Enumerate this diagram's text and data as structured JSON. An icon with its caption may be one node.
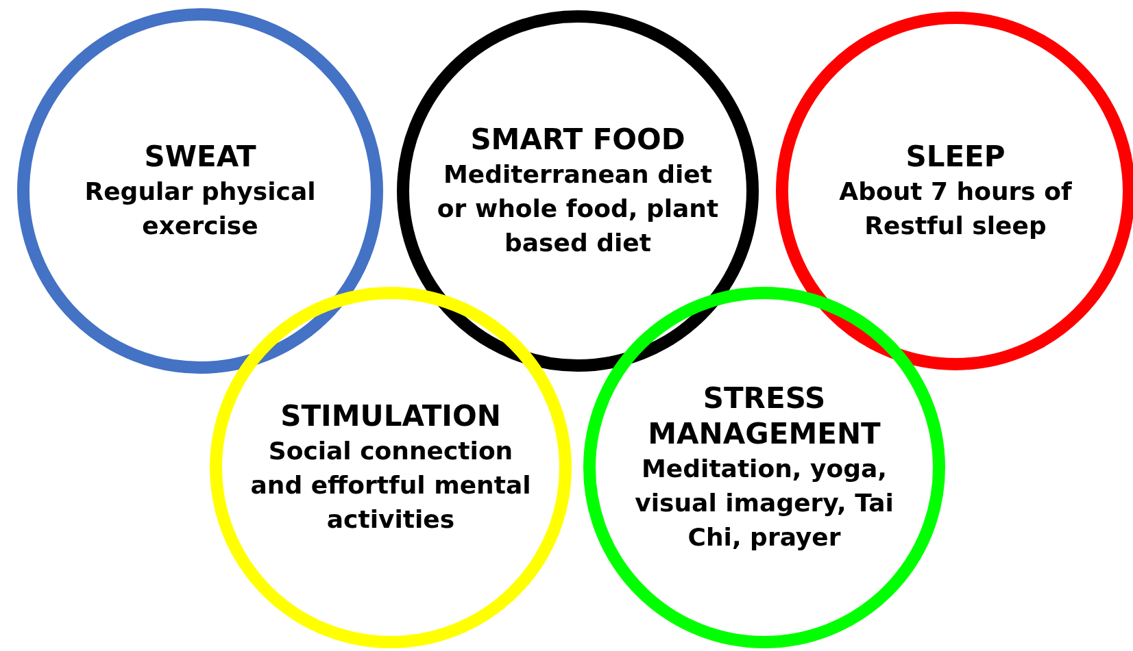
{
  "diagram": {
    "nodes": [
      {
        "text": [
          "SWEAT",
          "Regular physical exercise"
        ]
      },
      {
        "text": [
          "SMART FOOD",
          "Mediterranean diet or whole food, plant based diet"
        ]
      },
      {
        "text": [
          "SLEEP",
          "About 7 hours of Restful sleep"
        ]
      },
      {
        "text": [
          "STIMULATION",
          "Social connection and effortful mental activities"
        ]
      },
      {
        "text": [
          "STRESS MANAGEMENT",
          "Meditation, yoga, visual imagery, Tai Chi, prayer"
        ]
      }
    ]
  }
}
